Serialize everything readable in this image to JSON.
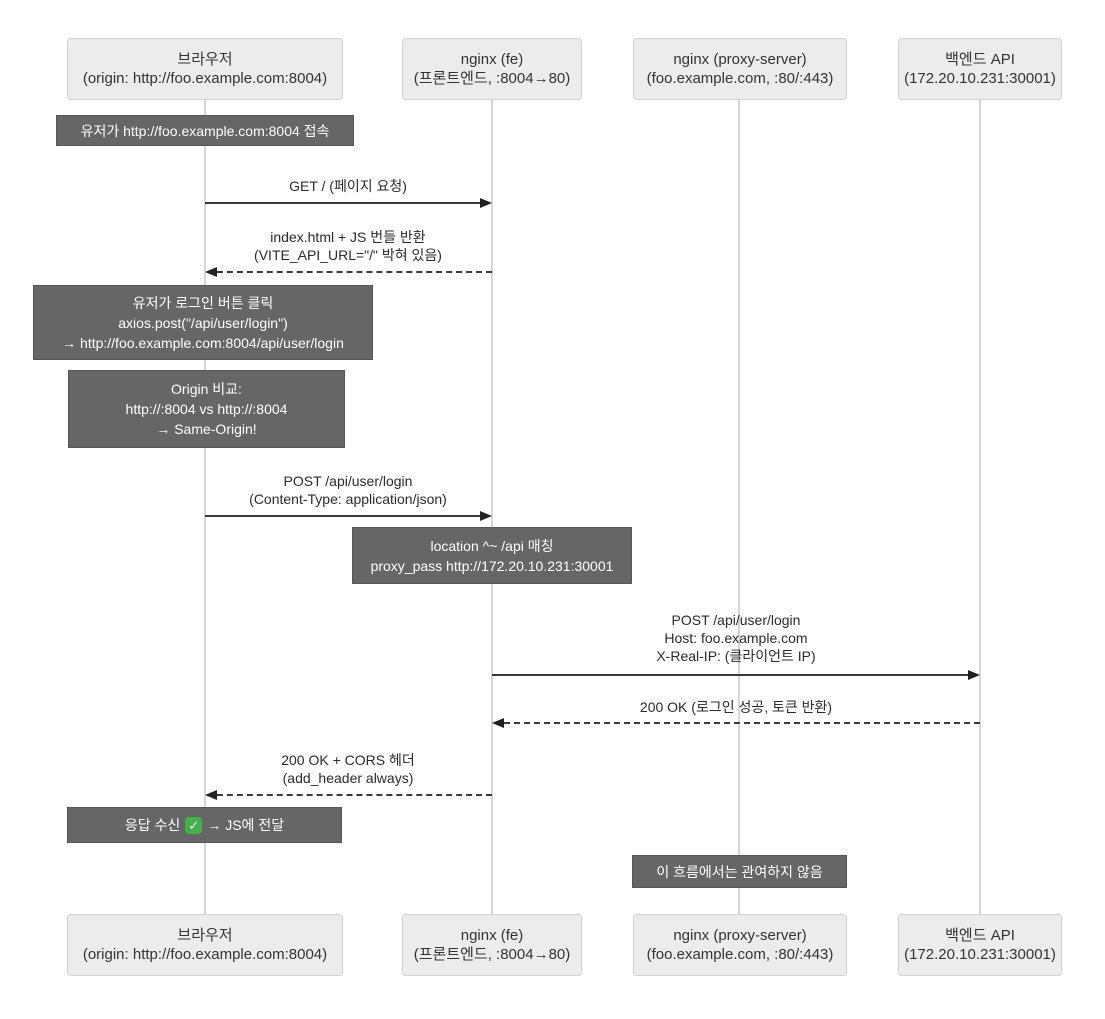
{
  "colors": {
    "background": "#ffffff",
    "actor_fill": "#ececec",
    "actor_border": "#d2d2d2",
    "actor_text": "#333333",
    "note_fill": "#666666",
    "note_text": "#ffffff",
    "arrow_line": "#3a3a3a",
    "lifeline": "#d6d6d6",
    "check_green": "#43b14b"
  },
  "participants": [
    {
      "name": "브라우저",
      "detail": "(origin: http://foo.example.com:8004)"
    },
    {
      "name": "nginx (fe)",
      "detail": "(프론트엔드, :8004→80)"
    },
    {
      "name": "nginx (proxy-server)",
      "detail": "(foo.example.com, :80/:443)"
    },
    {
      "name": "백엔드 API",
      "detail": "(172.20.10.231:30001)"
    }
  ],
  "messages": [
    {
      "from": "브라우저",
      "to": "nginx (fe)",
      "style": "solid",
      "lines": [
        "GET / (페이지 요청)"
      ]
    },
    {
      "from": "nginx (fe)",
      "to": "브라우저",
      "style": "dashed",
      "lines": [
        "index.html + JS 번들 반환",
        "(VITE_API_URL=\"/\" 박혀 있음)"
      ]
    },
    {
      "from": "브라우저",
      "to": "nginx (fe)",
      "style": "solid",
      "lines": [
        "POST /api/user/login",
        "(Content-Type: application/json)"
      ]
    },
    {
      "from": "nginx (fe)",
      "to": "백엔드 API",
      "style": "solid",
      "lines": [
        "POST /api/user/login",
        "Host: foo.example.com",
        "X-Real-IP: (클라이언트 IP)"
      ]
    },
    {
      "from": "백엔드 API",
      "to": "nginx (fe)",
      "style": "dashed",
      "lines": [
        "200 OK (로그인 성공, 토큰 반환)"
      ]
    },
    {
      "from": "nginx (fe)",
      "to": "브라우저",
      "style": "dashed",
      "lines": [
        "200 OK + CORS 헤더",
        "(add_header always)"
      ]
    }
  ],
  "notes": [
    {
      "over": "브라우저",
      "lines": [
        "유저가 http://foo.example.com:8004 접속"
      ]
    },
    {
      "over": "브라우저",
      "lines": [
        "유저가 로그인 버튼 클릭",
        "axios.post(\"/api/user/login\")",
        "→ http://foo.example.com:8004/api/user/login"
      ]
    },
    {
      "over": "브라우저",
      "lines": [
        "Origin 비교:",
        "http://:8004 vs http://:8004",
        "→ Same-Origin!"
      ]
    },
    {
      "over": "nginx (fe)",
      "lines": [
        "location ^~ /api 매칭",
        "proxy_pass http://172.20.10.231:30001"
      ]
    },
    {
      "over": "브라우저",
      "text_before": "응답 수신",
      "check_glyph": "✓",
      "text_after": "→ JS에 전달"
    },
    {
      "over": "nginx (proxy-server)",
      "lines": [
        "이 흐름에서는 관여하지 않음"
      ]
    }
  ]
}
